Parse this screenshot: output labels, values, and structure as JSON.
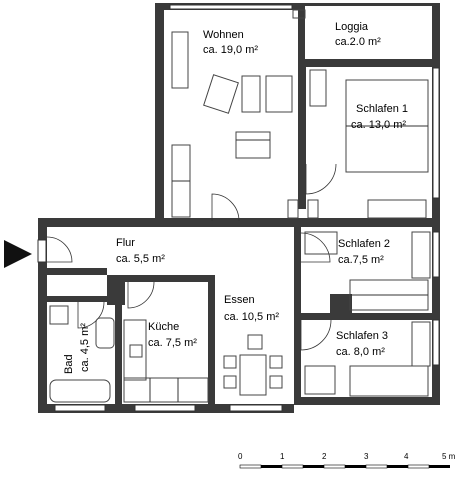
{
  "rooms": [
    {
      "id": "wohnen",
      "name": "Wohnen",
      "area": "ca. 19,0 m²"
    },
    {
      "id": "loggia",
      "name": "Loggia",
      "area": "ca.2.0 m²"
    },
    {
      "id": "schlafen1",
      "name": "Schlafen 1",
      "area": "ca. 13,0 m²"
    },
    {
      "id": "flur",
      "name": "Flur",
      "area": "ca. 5,5 m²"
    },
    {
      "id": "schlafen2",
      "name": "Schlafen 2",
      "area": "ca.7,5 m²"
    },
    {
      "id": "essen",
      "name": "Essen",
      "area": "ca. 10,5 m²"
    },
    {
      "id": "kueche",
      "name": "Küche",
      "area": "ca. 7,5 m²"
    },
    {
      "id": "schlafen3",
      "name": "Schlafen 3",
      "area": "ca. 8,0 m²"
    },
    {
      "id": "bad",
      "name": "Bad",
      "area": "ca. 4,5 m²"
    }
  ],
  "scale": {
    "ticks": [
      "0",
      "1",
      "2",
      "3",
      "4"
    ],
    "unit_label": "5 m"
  },
  "colors": {
    "wall": "#3a3a3a",
    "line": "#333333"
  }
}
